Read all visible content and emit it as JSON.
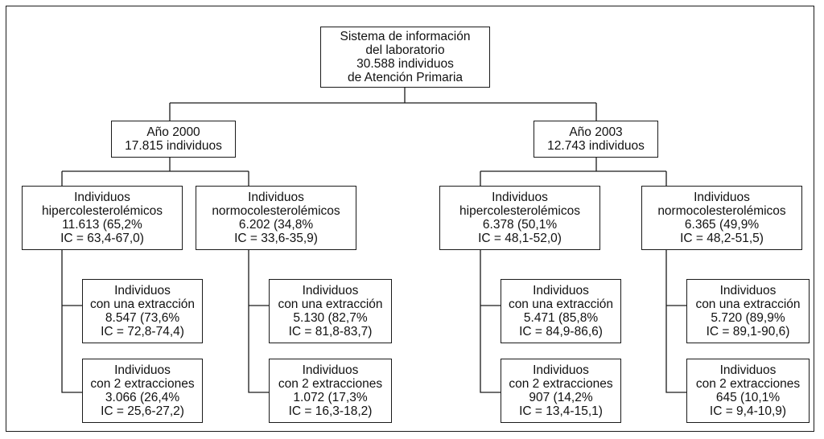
{
  "root": {
    "lines": [
      "Sistema de información",
      "del laboratorio",
      "30.588 individuos",
      "de Atención Primaria"
    ]
  },
  "year_2000": {
    "lines": [
      "Año 2000",
      "17.815 individuos"
    ],
    "hyper": {
      "lines": [
        "Individuos",
        "hipercolesterolémicos",
        "11.613 (65,2%",
        "IC = 63,4-67,0)"
      ],
      "one_extraction": [
        "Individuos",
        "con una extracción",
        "8.547 (73,6%",
        "IC = 72,8-74,4)"
      ],
      "two_extractions": [
        "Individuos",
        "con 2 extracciones",
        "3.066 (26,4%",
        "IC = 25,6-27,2)"
      ]
    },
    "normo": {
      "lines": [
        "Individuos",
        "normocolesterolémicos",
        "6.202 (34,8%",
        "IC = 33,6-35,9)"
      ],
      "one_extraction": [
        "Individuos",
        "con una extracción",
        "5.130 (82,7%",
        "IC = 81,8-83,7)"
      ],
      "two_extractions": [
        "Individuos",
        "con 2 extracciones",
        "1.072 (17,3%",
        "IC = 16,3-18,2)"
      ]
    }
  },
  "year_2003": {
    "lines": [
      "Año 2003",
      "12.743 individuos"
    ],
    "hyper": {
      "lines": [
        "Individuos",
        "hipercolesterolémicos",
        "6.378 (50,1%",
        "IC = 48,1-52,0)"
      ],
      "one_extraction": [
        "Individuos",
        "con una extracción",
        "5.471 (85,8%",
        "IC = 84,9-86,6)"
      ],
      "two_extractions": [
        "Individuos",
        "con 2 extracciones",
        "907 (14,2%",
        "IC = 13,4-15,1)"
      ]
    },
    "normo": {
      "lines": [
        "Individuos",
        "normocolesterolémicos",
        "6.365 (49,9%",
        "IC = 48,2-51,5)"
      ],
      "one_extraction": [
        "Individuos",
        "con una extracción",
        "5.720 (89,9%",
        "IC = 89,1-90,6)"
      ],
      "two_extractions": [
        "Individuos",
        "con 2 extracciones",
        "645 (10,1%",
        "IC = 9,4-10,9)"
      ]
    }
  }
}
